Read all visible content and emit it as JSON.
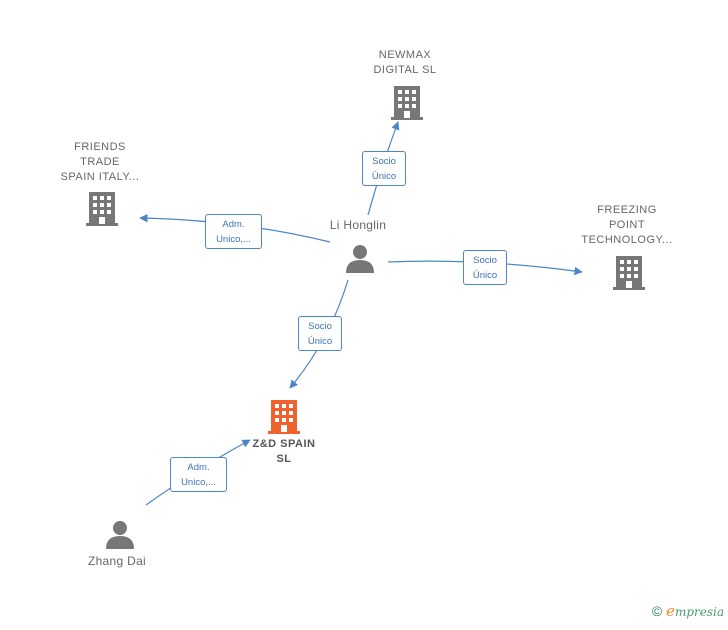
{
  "nodes": [
    {
      "id": "newmax",
      "type": "company",
      "label": "NEWMAX\nDIGITAL  SL",
      "color": "#777777"
    },
    {
      "id": "friends",
      "type": "company",
      "label": "FRIENDS\nTRADE\nSPAIN ITALY...",
      "color": "#777777"
    },
    {
      "id": "freezing",
      "type": "company",
      "label": "FREEZING\nPOINT\nTECHNOLOGY...",
      "color": "#777777"
    },
    {
      "id": "zd",
      "type": "company",
      "label": "Z&D SPAIN\nSL",
      "color": "#f0622d",
      "focus": true
    },
    {
      "id": "li",
      "type": "person",
      "label": "Li Honglin",
      "color": "#777777"
    },
    {
      "id": "zhang",
      "type": "person",
      "label": "Zhang Dai",
      "color": "#777777"
    }
  ],
  "edges": [
    {
      "from": "li",
      "to": "newmax",
      "label": "Socio\nÚnico"
    },
    {
      "from": "li",
      "to": "friends",
      "label": "Adm.\nUnico,..."
    },
    {
      "from": "li",
      "to": "freezing",
      "label": "Socio\nÚnico"
    },
    {
      "from": "li",
      "to": "zd",
      "label": "Socio\nÚnico"
    },
    {
      "from": "zhang",
      "to": "zd",
      "label": "Adm.\nUnico,..."
    }
  ],
  "colors": {
    "edge": "#4a86c8",
    "edge_text": "#3b73b9",
    "icon": "#777777",
    "focus_icon": "#f0622d"
  },
  "brand": {
    "copyright": "©",
    "initial": "e",
    "name": "mpresia"
  }
}
